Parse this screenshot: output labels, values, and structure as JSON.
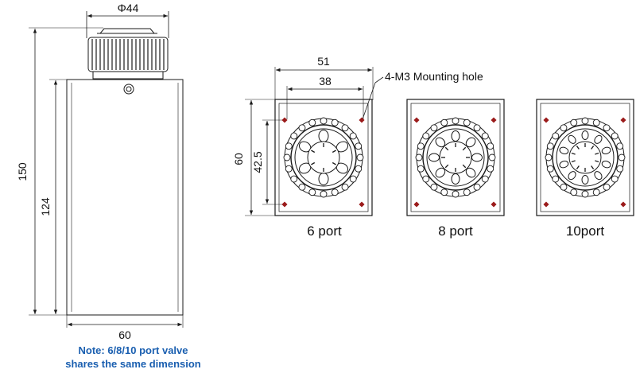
{
  "side_view": {
    "dim_top_diameter": "Φ44",
    "dim_height_total": "150",
    "dim_height_body": "124",
    "dim_width": "60"
  },
  "top_views": {
    "dim_outer_width": "51",
    "dim_inner_width": "38",
    "dim_height": "60",
    "dim_hole_spacing": "42.5",
    "mounting_hole_label": "4-M3 Mounting hole",
    "views": [
      {
        "label": "6 port",
        "ports": 6
      },
      {
        "label": "8 port",
        "ports": 8
      },
      {
        "label": "10port",
        "ports": 10
      }
    ]
  },
  "note": {
    "line1": "Note: 6/8/10 port valve",
    "line2": "shares the same dimension"
  },
  "colors": {
    "line": "#1a1a1a",
    "hole": "#9b1b1b",
    "note": "#1a5fb0"
  }
}
